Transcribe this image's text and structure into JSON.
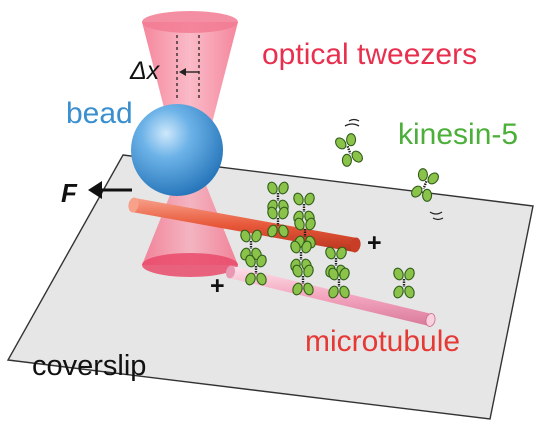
{
  "labels": {
    "optical_tweezers": "optical tweezers",
    "bead": "bead",
    "kinesin": "kinesin-5",
    "coverslip": "coverslip",
    "microtubule": "microtubule",
    "force": "F",
    "delta": "Δx",
    "plus_red": "+",
    "plus_pink": "+"
  },
  "colors": {
    "tweezers_label": "#e8304e",
    "bead_label": "#3a8fcf",
    "kinesin_label": "#4caf3a",
    "microtubule_label": "#e53935",
    "coverslip": "#e6e6e6",
    "beam": "#f05a78",
    "bead_fill": "#4a9ad6",
    "kinesin_head": "#8bc34a",
    "red_mt": "#e8583a",
    "pink_mt": "#f4a6bf"
  },
  "icons": [
    "bead-sphere",
    "laser-beam-cone",
    "kinesin-motor-icon",
    "force-arrow"
  ]
}
